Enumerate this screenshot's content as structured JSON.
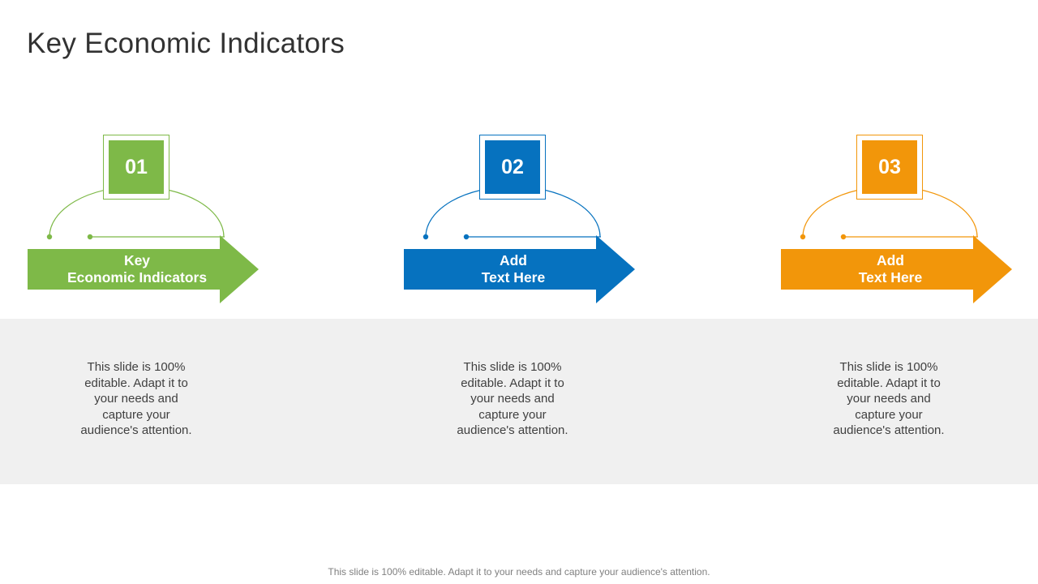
{
  "slide": {
    "title": "Key Economic Indicators",
    "footer": "This slide is 100% editable. Adapt it to your needs and capture your audience's attention."
  },
  "colors": {
    "green": "#7EB948",
    "blue": "#0672BF",
    "orange": "#F2960A",
    "band": "#F0F0F0",
    "title_text": "#323232",
    "body_text": "#404040",
    "footer_text": "#7F7F7F",
    "number_text": "#FFFFFF",
    "arrow_text": "#FFFFFF"
  },
  "columns": [
    {
      "number": "01",
      "arrow_label": "Key\nEconomic Indicators",
      "body": "This slide is 100% editable. Adapt it to your needs and capture your audience's attention.",
      "accent": "#7EB948"
    },
    {
      "number": "02",
      "arrow_label": "Add\nText Here",
      "body": "This slide is 100% editable. Adapt it to your needs and capture your audience's attention.",
      "accent": "#0672BF"
    },
    {
      "number": "03",
      "arrow_label": "Add\nText Here",
      "body": "This slide is 100% editable. Adapt it to your needs and capture your audience's attention.",
      "accent": "#F2960A"
    }
  ]
}
